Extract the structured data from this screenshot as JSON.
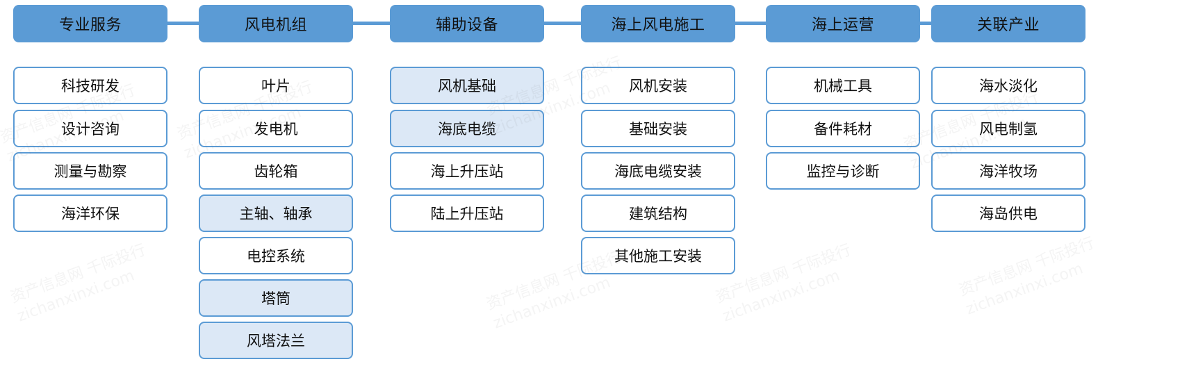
{
  "colors": {
    "header_fill": "#5b9bd5",
    "item_border": "#5b9bd5",
    "item_highlight_fill": "#dce8f6",
    "connector": "#5b9bd5"
  },
  "columns": [
    {
      "header": "专业服务",
      "items": [
        {
          "label": "科技研发",
          "highlight": false
        },
        {
          "label": "设计咨询",
          "highlight": false
        },
        {
          "label": "测量与勘察",
          "highlight": false
        },
        {
          "label": "海洋环保",
          "highlight": false
        }
      ]
    },
    {
      "header": "风电机组",
      "items": [
        {
          "label": "叶片",
          "highlight": false
        },
        {
          "label": "发电机",
          "highlight": false
        },
        {
          "label": "齿轮箱",
          "highlight": false
        },
        {
          "label": "主轴、轴承",
          "highlight": true
        },
        {
          "label": "电控系统",
          "highlight": false
        },
        {
          "label": "塔筒",
          "highlight": true
        },
        {
          "label": "风塔法兰",
          "highlight": true
        }
      ]
    },
    {
      "header": "辅助设备",
      "items": [
        {
          "label": "风机基础",
          "highlight": true
        },
        {
          "label": "海底电缆",
          "highlight": true
        },
        {
          "label": "海上升压站",
          "highlight": false
        },
        {
          "label": "陆上升压站",
          "highlight": false
        }
      ]
    },
    {
      "header": "海上风电施工",
      "items": [
        {
          "label": "风机安装",
          "highlight": false
        },
        {
          "label": "基础安装",
          "highlight": false
        },
        {
          "label": "海底电缆安装",
          "highlight": false
        },
        {
          "label": "建筑结构",
          "highlight": false
        },
        {
          "label": "其他施工安装",
          "highlight": false
        }
      ]
    },
    {
      "header": "海上运营",
      "items": [
        {
          "label": "机械工具",
          "highlight": false
        },
        {
          "label": "备件耗材",
          "highlight": false
        },
        {
          "label": "监控与诊断",
          "highlight": false
        }
      ]
    },
    {
      "header": "关联产业",
      "items": [
        {
          "label": "海水淡化",
          "highlight": false
        },
        {
          "label": "风电制氢",
          "highlight": false
        },
        {
          "label": "海洋牧场",
          "highlight": false
        },
        {
          "label": "海岛供电",
          "highlight": false
        }
      ]
    }
  ],
  "watermark": {
    "line1": "资产信息网 千际投行",
    "line2": "zichanxinxi.com"
  }
}
